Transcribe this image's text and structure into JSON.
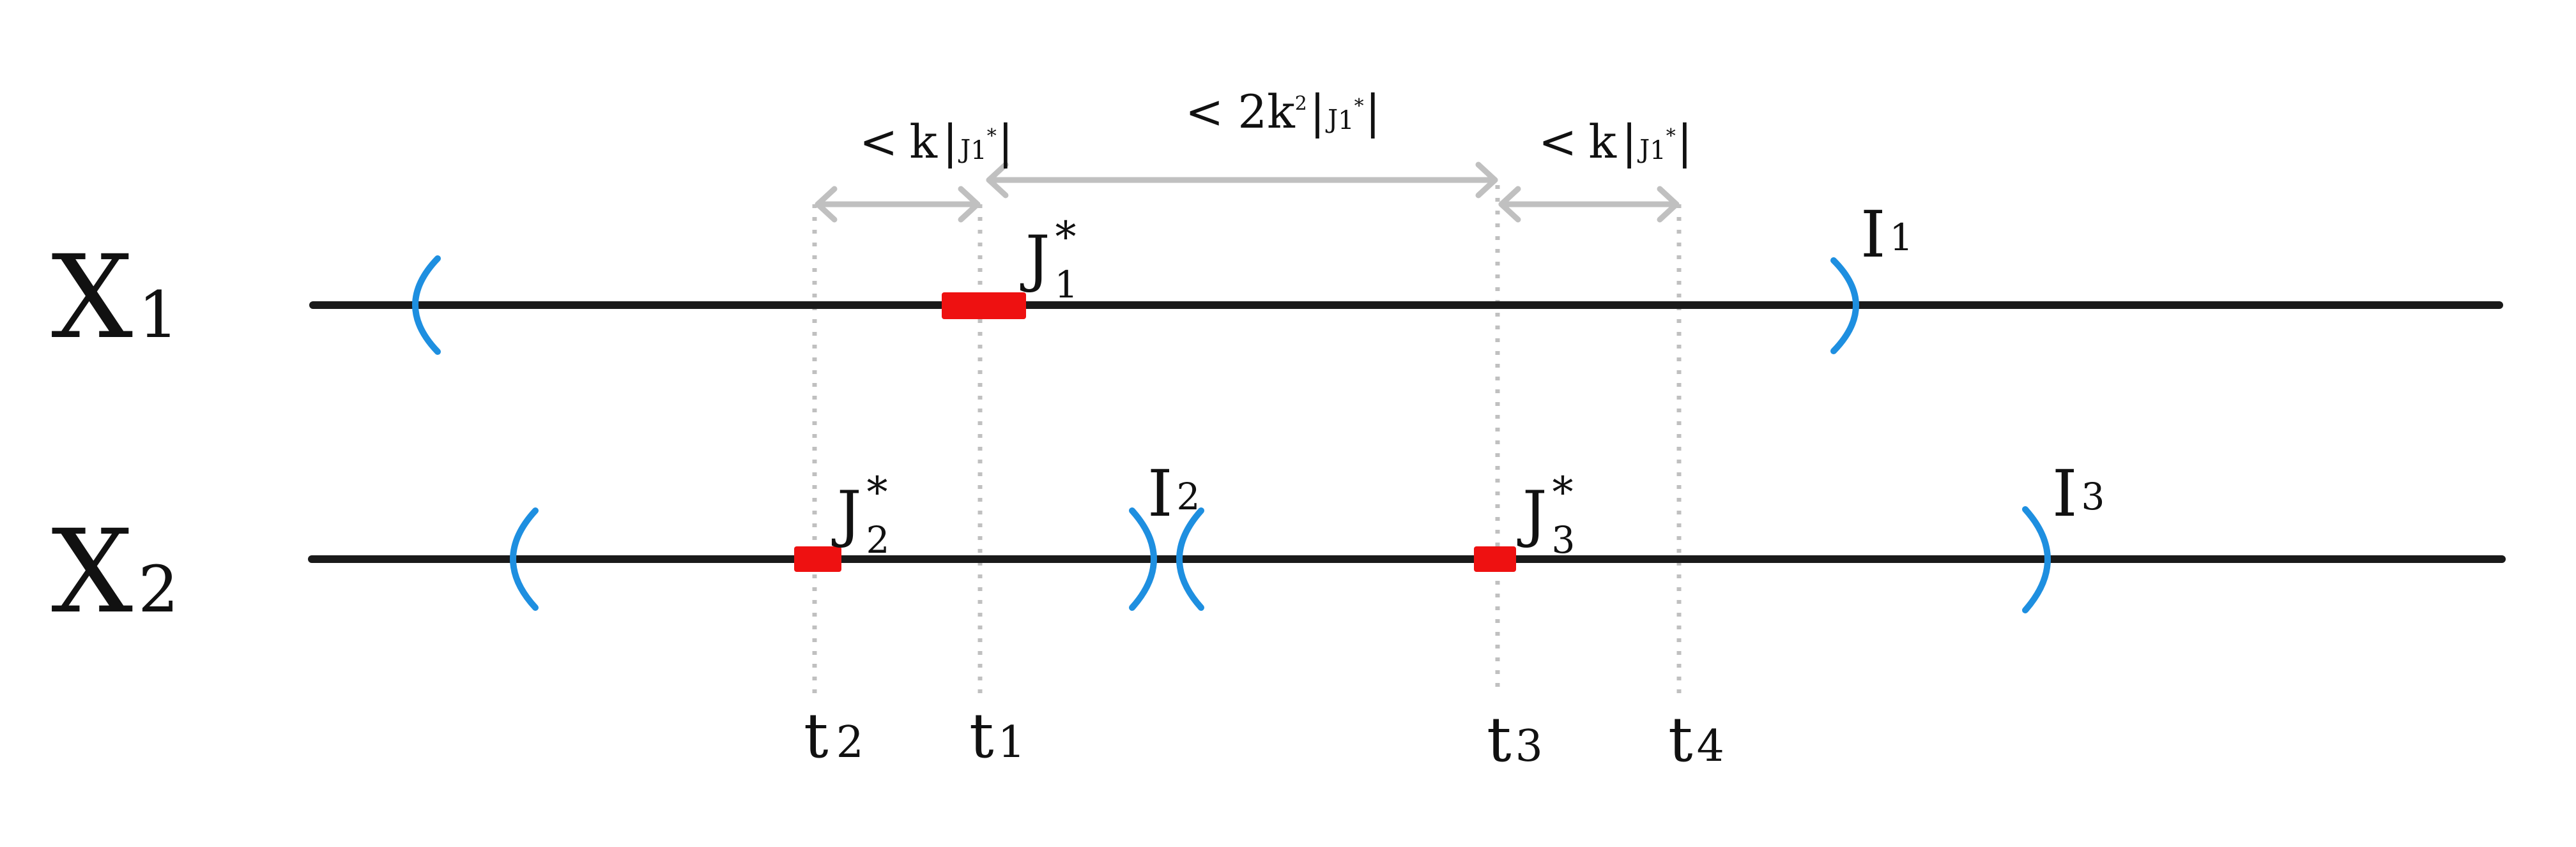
{
  "rows": [
    {
      "name": "X",
      "sub": "1"
    },
    {
      "name": "X",
      "sub": "2"
    }
  ],
  "intervals": [
    {
      "name": "I",
      "sub": "1"
    },
    {
      "name": "I",
      "sub": "2"
    },
    {
      "name": "I",
      "sub": "3"
    }
  ],
  "subintervals": [
    {
      "name": "J",
      "sub": "1",
      "sup": "*"
    },
    {
      "name": "J",
      "sub": "2",
      "sup": "*"
    },
    {
      "name": "J",
      "sub": "3",
      "sup": "*"
    }
  ],
  "ticks": [
    {
      "name": "t",
      "sub": "2"
    },
    {
      "name": "t",
      "sub": "1"
    },
    {
      "name": "t",
      "sub": "3"
    },
    {
      "name": "t",
      "sub": "4"
    }
  ],
  "measures": {
    "left": {
      "lt": "<",
      "coef": "k",
      "bar": "|",
      "j": "J",
      "j_sub": "1",
      "j_sup": "*"
    },
    "middle": {
      "lt": "<",
      "coef": "2k",
      "coef_sup": "2",
      "bar": "|",
      "j": "J",
      "j_sub": "1",
      "j_sup": "*"
    },
    "right": {
      "lt": "<",
      "coef": "k",
      "bar": "|",
      "j": "J",
      "j_sub": "1",
      "j_sup": "*"
    }
  },
  "colors": {
    "axis": "#1a1a1a",
    "bracket": "#1e8fe0",
    "highlight": "#ee1111",
    "guide": "#c0c0c0",
    "text": "#111111"
  }
}
